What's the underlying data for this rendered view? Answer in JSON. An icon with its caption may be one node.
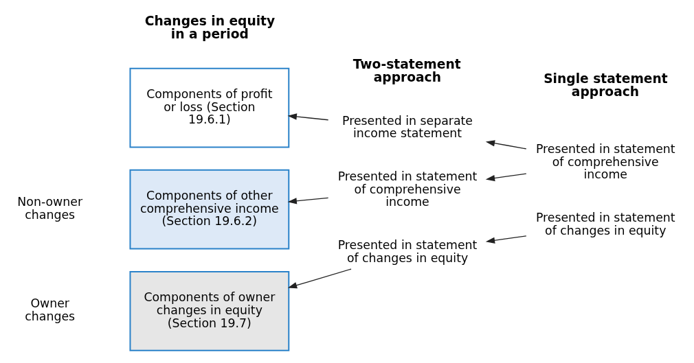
{
  "diagram": {
    "nodes": [
      {
        "text": [
          "Components of profit or loss (Section 19.6.1)"
        ]
      },
      {
        "text": [
          "Components of other comprehensive income (Section 19.6.2)"
        ]
      },
      {
        "text": [
          "Components of owner changes in equity (Section 19.7)"
        ]
      },
      {
        "text": [
          "Presented in separate income statement"
        ]
      },
      {
        "text": [
          "Presented in statement of comprehensive income"
        ]
      },
      {
        "text": [
          "Presented in statement of changes in equity"
        ]
      },
      {
        "text": [
          "Presented in statement of comprehensive income"
        ]
      },
      {
        "text": [
          "Presented in statement of changes in equity"
        ]
      }
    ],
    "edges": [
      {
        "from": 3,
        "to": 0,
        "arrow": "to"
      },
      {
        "from": 4,
        "to": 1,
        "arrow": "to"
      },
      {
        "from": 5,
        "to": 2,
        "arrow": "to"
      },
      {
        "from": 6,
        "to": 3,
        "arrow": "to"
      },
      {
        "from": 6,
        "to": 4,
        "arrow": "to"
      },
      {
        "from": 7,
        "to": 5,
        "arrow": "to"
      }
    ],
    "labels": [
      "Changes in equity in a period",
      "Two-statement approach",
      "Single statement approach",
      "Non-owner changes",
      "Owner changes"
    ]
  }
}
